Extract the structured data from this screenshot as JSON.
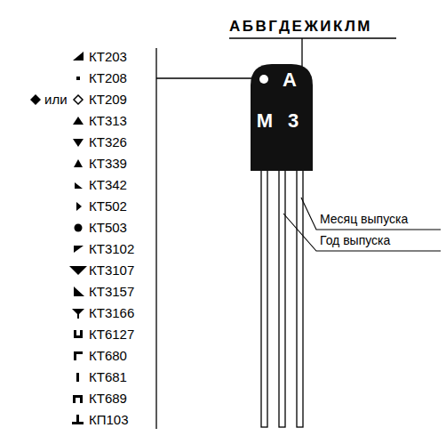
{
  "diagram": {
    "nodes": [
      {
        "text": [
          "А",
          "М",
          "3"
        ]
      }
    ],
    "labels": [
      "АБВГДЕЖИКЛМ",
      "КТ203",
      "КТ208",
      "или",
      "КТ209",
      "КТ313",
      "КТ326",
      "КТ339",
      "КТ342",
      "КТ502",
      "КТ503",
      "КТ3102",
      "КТ3107",
      "КТ3157",
      "КТ3166",
      "КТ6127",
      "КТ680",
      "КТ681",
      "КТ689",
      "КП103",
      "Месяц выпуска",
      "Год выпуска"
    ]
  }
}
